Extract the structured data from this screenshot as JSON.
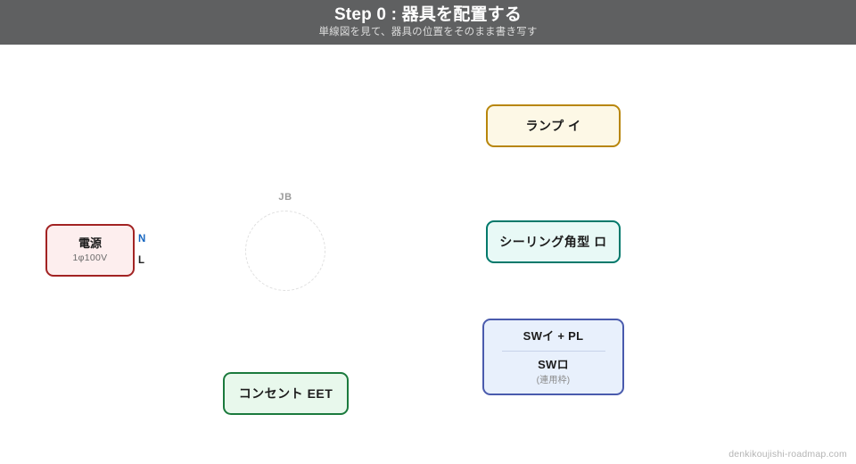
{
  "header": {
    "title": "Step 0 : 器具を配置する",
    "subtitle": "単線図を見て、器具の位置をそのまま書き写す"
  },
  "diagram": {
    "power_source": {
      "title": "電源",
      "voltage": "1φ100V",
      "terminal_n": "N",
      "terminal_l": "L",
      "border_color": "#a22323",
      "fill_color": "#fdeeee",
      "terminal_n_color": "#1565c0",
      "terminal_l_color": "#222222"
    },
    "junction_box": {
      "label": "JB",
      "label_color": "#9a9a9a",
      "outline_color": "#e0e0e0"
    },
    "lamp": {
      "label": "ランプ イ",
      "border_color": "#b8860b",
      "fill_color": "#fdf8e6"
    },
    "ceiling": {
      "label": "シーリング角型 ロ",
      "border_color": "#00796b",
      "fill_color": "#e8f9f6"
    },
    "outlet": {
      "label": "コンセント EET",
      "border_color": "#1b7a3d",
      "fill_color": "#e8f8ec"
    },
    "switch_block": {
      "line_1": "SWイ + PL",
      "line_2": "SWロ",
      "note": "(連用枠)",
      "border_color": "#4a5bad",
      "fill_color": "#e8f0fc"
    }
  },
  "watermark": "denkikoujishi-roadmap.com"
}
